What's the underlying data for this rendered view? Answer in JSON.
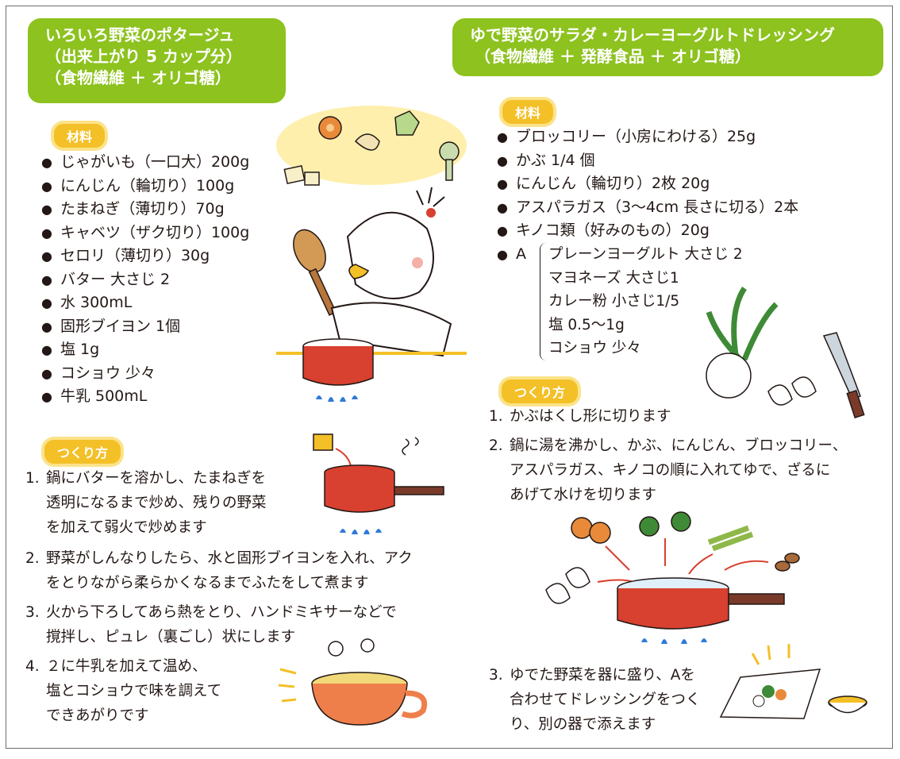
{
  "left": {
    "title": [
      "いろいろ野菜のポタージュ",
      "（出来上がり 5 カップ分）",
      "（食物繊維 ＋ オリゴ糖）"
    ],
    "ingredients_label": "材料",
    "ingredients": [
      "じゃがいも（一口大）200g",
      "にんじん（輪切り）100g",
      "たまねぎ（薄切り）70g",
      "キャベツ（ザク切り）100g",
      "セロリ（薄切り）30g",
      "バター 大さじ 2",
      "水 300mL",
      "固形ブイヨン 1個",
      "塩 1g",
      "コショウ 少々",
      "牛乳 500mL"
    ],
    "method_label": "つくり方",
    "steps": [
      {
        "num": "1.",
        "text": "鍋にバターを溶かし、たまねぎを\n透明になるまで炒め、残りの野菜\nを加えて弱火で炒めます"
      },
      {
        "num": "2.",
        "text": "野菜がしんなりしたら、水と固形ブイヨンを入れ、アク\nをとりながら柔らかくなるまでふたをして煮ます"
      },
      {
        "num": "3.",
        "text": "火から下ろしてあら熱をとり、ハンドミキサーなどで\n撹拌し、ピュレ（裏ごし）状にします"
      },
      {
        "num": "4.",
        "text": "２に牛乳を加えて温め、\n塩とコショウで味を調えて\nできあがりです"
      }
    ]
  },
  "right": {
    "title": [
      "ゆで野菜のサラダ・カレーヨーグルトドレッシング",
      "（食物繊維 ＋ 発酵食品 ＋ オリゴ糖）"
    ],
    "ingredients_label": "材料",
    "ingredients": [
      "ブロッコリー（小房にわける）25g",
      "かぶ 1/4 個",
      "にんじん（輪切り）2枚 20g",
      "アスパラガス（3〜4cm 長さに切る）2本",
      "キノコ類（好みのもの）20g"
    ],
    "a_label": "A",
    "a_items": [
      "プレーンヨーグルト 大さじ 2",
      "マヨネーズ 大さじ1",
      "カレー粉 小さじ1/5",
      "塩 0.5〜1g",
      "コショウ 少々"
    ],
    "method_label": "つくり方",
    "steps": [
      {
        "num": "1.",
        "text": "かぶはくし形に切ります"
      },
      {
        "num": "2.",
        "text": "鍋に湯を沸かし、かぶ、にんじん、ブロッコリー、\nアスパラガス、キノコの順に入れてゆで、ざるに\nあげて水けを切ります"
      },
      {
        "num": "3.",
        "text": "ゆでた野菜を器に盛り、Aを\n合わせてドレッシングをつく\nり、別の器で添えます"
      }
    ]
  },
  "colors": {
    "title_green": "#8dc21f",
    "badge_yellow": "#f4c028",
    "pot_red": "#d8402f",
    "flame_blue": "#2f7ad9"
  }
}
